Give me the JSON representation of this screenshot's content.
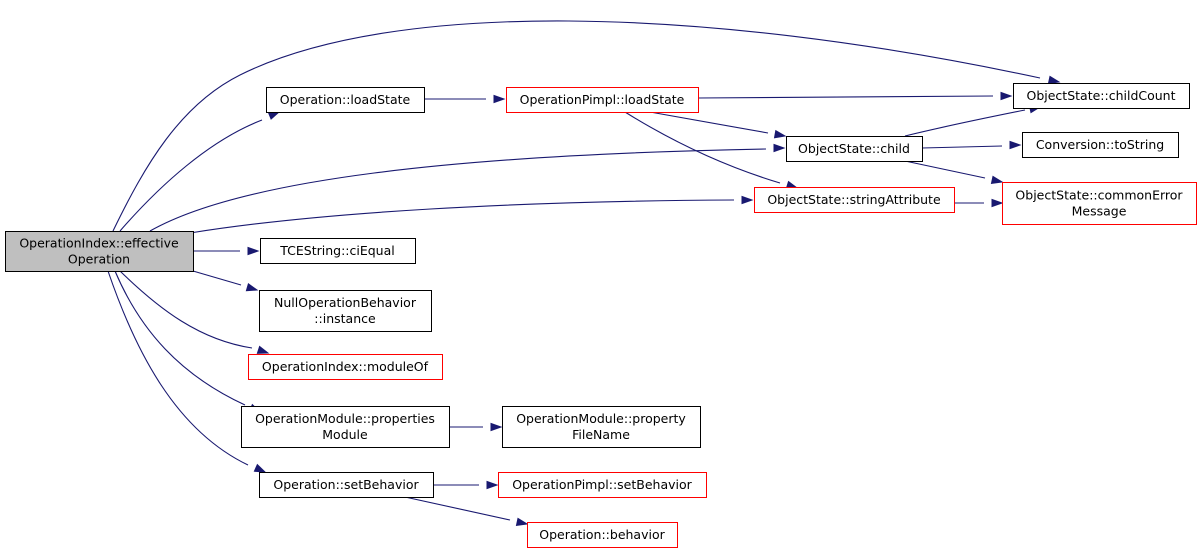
{
  "colors": {
    "edge": "#191970",
    "node_border_default": "#000000",
    "node_border_highlight": "#ff0000",
    "root_fill": "#bfbfbf",
    "node_fill": "#ffffff"
  },
  "nodes": [
    {
      "id": "effectiveOperation",
      "lines": [
        "OperationIndex::effective",
        "Operation"
      ],
      "style": "root"
    },
    {
      "id": "loadState",
      "lines": [
        "Operation::loadState"
      ],
      "style": "default"
    },
    {
      "id": "pimplLoadState",
      "lines": [
        "OperationPimpl::loadState"
      ],
      "style": "highlight"
    },
    {
      "id": "childCount",
      "lines": [
        "ObjectState::childCount"
      ],
      "style": "default"
    },
    {
      "id": "child",
      "lines": [
        "ObjectState::child"
      ],
      "style": "default"
    },
    {
      "id": "toString",
      "lines": [
        "Conversion::toString"
      ],
      "style": "default"
    },
    {
      "id": "stringAttribute",
      "lines": [
        "ObjectState::stringAttribute"
      ],
      "style": "highlight"
    },
    {
      "id": "commonErrorMessage",
      "lines": [
        "ObjectState::commonError",
        "Message"
      ],
      "style": "highlight"
    },
    {
      "id": "ciEqual",
      "lines": [
        "TCEString::ciEqual"
      ],
      "style": "default"
    },
    {
      "id": "nullInstance",
      "lines": [
        "NullOperationBehavior",
        "::instance"
      ],
      "style": "default"
    },
    {
      "id": "moduleOf",
      "lines": [
        "OperationIndex::moduleOf"
      ],
      "style": "highlight"
    },
    {
      "id": "propertiesModule",
      "lines": [
        "OperationModule::properties",
        "Module"
      ],
      "style": "default"
    },
    {
      "id": "propertyFileName",
      "lines": [
        "OperationModule::property",
        "FileName"
      ],
      "style": "default"
    },
    {
      "id": "setBehavior",
      "lines": [
        "Operation::setBehavior"
      ],
      "style": "default"
    },
    {
      "id": "pimplSetBehavior",
      "lines": [
        "OperationPimpl::setBehavior"
      ],
      "style": "highlight"
    },
    {
      "id": "behavior",
      "lines": [
        "Operation::behavior"
      ],
      "style": "highlight"
    }
  ],
  "edges": [
    {
      "from": "effectiveOperation",
      "to": "childCount"
    },
    {
      "from": "effectiveOperation",
      "to": "loadState"
    },
    {
      "from": "effectiveOperation",
      "to": "child"
    },
    {
      "from": "effectiveOperation",
      "to": "stringAttribute"
    },
    {
      "from": "effectiveOperation",
      "to": "ciEqual"
    },
    {
      "from": "effectiveOperation",
      "to": "nullInstance"
    },
    {
      "from": "effectiveOperation",
      "to": "moduleOf"
    },
    {
      "from": "effectiveOperation",
      "to": "propertiesModule"
    },
    {
      "from": "effectiveOperation",
      "to": "setBehavior"
    },
    {
      "from": "loadState",
      "to": "pimplLoadState"
    },
    {
      "from": "pimplLoadState",
      "to": "childCount"
    },
    {
      "from": "pimplLoadState",
      "to": "child"
    },
    {
      "from": "pimplLoadState",
      "to": "stringAttribute"
    },
    {
      "from": "child",
      "to": "childCount"
    },
    {
      "from": "child",
      "to": "toString"
    },
    {
      "from": "child",
      "to": "commonErrorMessage"
    },
    {
      "from": "stringAttribute",
      "to": "commonErrorMessage"
    },
    {
      "from": "propertiesModule",
      "to": "propertyFileName"
    },
    {
      "from": "setBehavior",
      "to": "pimplSetBehavior"
    },
    {
      "from": "setBehavior",
      "to": "behavior"
    }
  ]
}
